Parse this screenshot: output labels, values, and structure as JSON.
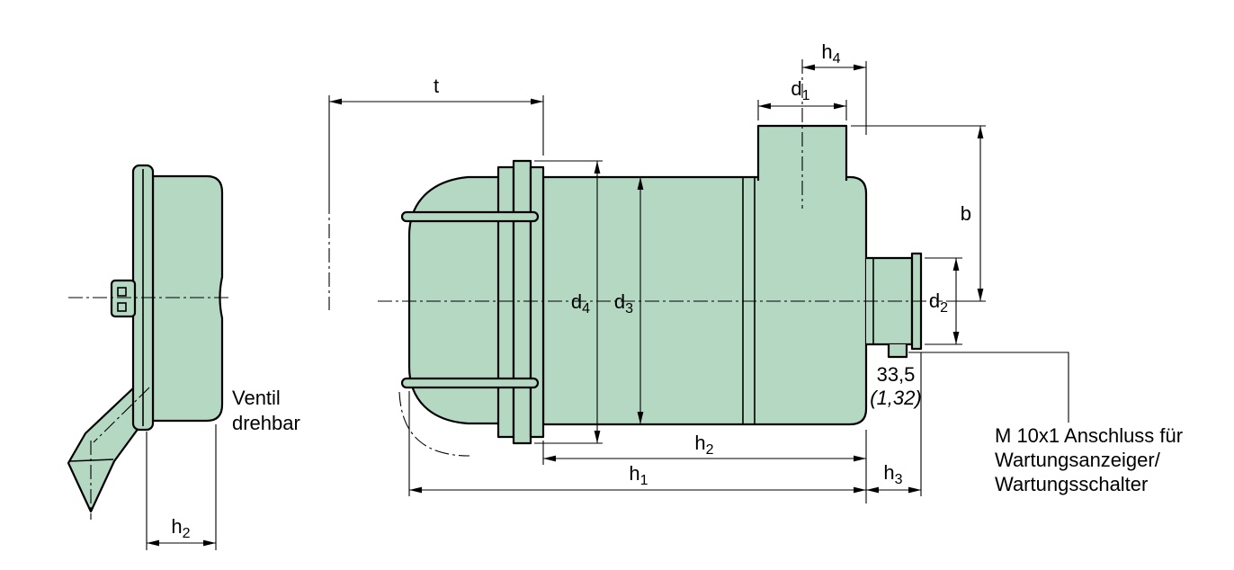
{
  "drawing": {
    "colors": {
      "body_fill": "#b5d8c3",
      "line_color": "#000000",
      "background": "#ffffff"
    },
    "dimension_labels": {
      "t": "t",
      "b": "b",
      "h1": {
        "base": "h",
        "sub": "1"
      },
      "h2": {
        "base": "h",
        "sub": "2"
      },
      "h2_left": {
        "base": "h",
        "sub": "2"
      },
      "h3": {
        "base": "h",
        "sub": "3"
      },
      "h4": {
        "base": "h",
        "sub": "4"
      },
      "d1": {
        "base": "d",
        "sub": "1"
      },
      "d2": {
        "base": "d",
        "sub": "2"
      },
      "d3": {
        "base": "d",
        "sub": "3"
      },
      "d4": {
        "base": "d",
        "sub": "4"
      },
      "port_offset_mm": "33,5",
      "port_offset_inch": "(1,32)"
    },
    "annotations": {
      "valve_note_line1": "Ventil",
      "valve_note_line2": "drehbar",
      "port_note_line1": "M 10x1 Anschluss für",
      "port_note_line2": "Wartungsanzeiger/",
      "port_note_line3": "Wartungsschalter"
    }
  }
}
